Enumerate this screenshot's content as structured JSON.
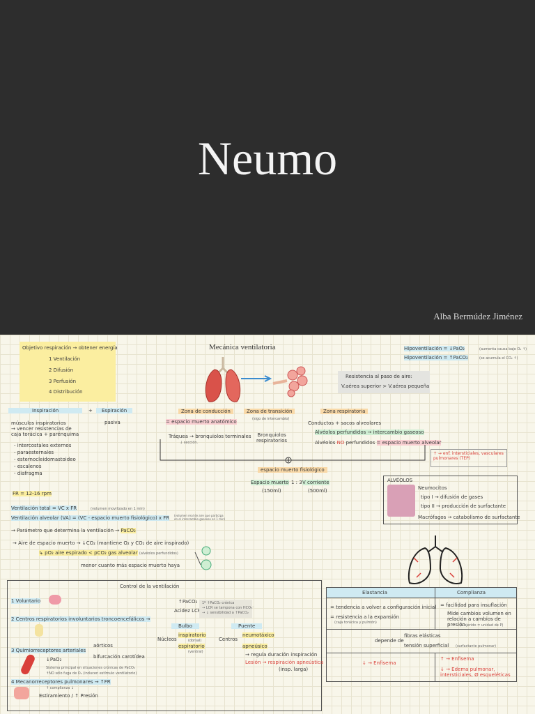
{
  "cover": {
    "title": "Neumo",
    "author": "Alba Bermúdez Jiménez"
  },
  "objetivo": {
    "heading": "Objetivo respiración → obtener energía",
    "items": [
      "1 Ventilación",
      "2 Difusión",
      "3 Perfusión",
      "4 Distribución"
    ]
  },
  "mecanica": {
    "title": "Mecánica ventilatoria"
  },
  "hipo": {
    "line1": "Hipoventilación = ↓PaO₂",
    "line1_note": "(aumenta causa bajo O₂ ↑)",
    "line2": "Hipoventilación = ↑PaCO₂",
    "line2_note": "(se acumula el CO₂ ↑)"
  },
  "resistencia": {
    "line1": "Resistencia al paso de aire:",
    "line2": "V.aérea superior > V.aérea pequeña"
  },
  "insp": {
    "inspiracion": "Inspiración",
    "plus": "+",
    "espiracion": "Espiración",
    "musculos": "músculos inspiratorios",
    "vencer": "→ vencer resistencias de",
    "caja": "caja torácica + parénquima",
    "pasiva": "pasiva",
    "list": [
      "- intercostales externos",
      "- paraesternales",
      "- esternocleidomastoideo",
      "- escalenos",
      "- diafragma"
    ]
  },
  "fr": "FR = 12-16 rpm",
  "zonas": {
    "conduccion": "Zona de conducción",
    "transicion": "Zona de transición",
    "transicion_note": "(sigo de intercambio)",
    "respiratoria": "Zona respiratoria",
    "espacio_anat": "= espacio muerto anatómico",
    "traquea": "Tráquea → bronquiolos terminales",
    "traquea_note": "↓ sección.",
    "bronquiolos": "Bronquiolos respiratorios",
    "conductos": "Conductos + sacos alveolares",
    "alv_perf": "Alvéolos perfundidos → intercambio gaseoso",
    "alv_no_a": "Alvéolos",
    "alv_no_b": "NO",
    "alv_no_c": "perfundidos",
    "alv_no_d": "= espacio muerto alveolar",
    "tep": "↑ → enf. intersticiales, vasculares pulmonares (TEP)",
    "fisio": "espacio muerto fisiológico",
    "esp_muerto": "Espacio muerto",
    "ratio": "1 : 3",
    "vcorriente": "V corriente",
    "ml150": "(150ml)",
    "ml500": "(500ml)"
  },
  "vent": {
    "total": "Ventilación total = VC x FR",
    "total_note": "(volumen movilizado en 1 min)",
    "alveolar": "Ventilación alveolar (VA) = (VC - espacio muerto fisiológico) x FR",
    "alveolar_note": "(volumen real de aire que participa en el intercambio gaseoso en 1 min)",
    "param": "→ Parámetro que determina la ventilación →",
    "param_val": "PaCO₂",
    "aire": "→ Aire de espacio muerto → ↓CO₂ (mantiene O₂ y CO₂ de aire inspirado)",
    "po2": "↳ pO₂ aire espirado < pCO₂ gas alveolar",
    "po2_note": "(alvéolos perfundidos)",
    "menor": "menor cuanto más espacio muerto haya"
  },
  "alveolos": {
    "title": "ALVÉOLOS",
    "neumo": "Neumocitos",
    "tipo1": "tipo I → difusión de gases",
    "tipo2": "tipo II → producción de surfactante",
    "macro": "Macrófagos → catabolismo de surfactante"
  },
  "control": {
    "title": "Control de la ventilación",
    "i1": "1 Voluntario",
    "i2": "2 Centros respiratorios involuntarios troncoencefálicos →",
    "i3": "3 Quimiorreceptores arteriales",
    "aorticos": "aórticos",
    "bifurcacion": "bifurcación carotídea",
    "po2": "↓PaO₂",
    "sistema": "Sistema principal en situaciones crónicas de PaCO₂",
    "sistema2": "↑NO sólo fuga de O₂ (inducen estímulo ventilatorio)",
    "i4": "4 Mecanorreceptores pulmonares → ↑FR",
    "i4b": "Estiramiento / ↑ Presión",
    "i4c": "↑ complianza ↓",
    "paco2": "↑PaCO₂",
    "acidez": "Acidez LCR",
    "bulbo": "Bulbo",
    "puente": "Puente",
    "nucleos": "Núcleos",
    "centros": "Centros",
    "insp": "inspiratorio",
    "insp_n": "(dorsal)",
    "esp": "espiratorio",
    "esp_n": "(ventral)",
    "neumo": "neumotáxico",
    "apneu": "apneúsico",
    "regula": "→ regula duración inspiración",
    "lesion": "Lesión → respiración apneústica",
    "lesion2": "(insp. larga)",
    "note1": "1º ↑PaCO₂ crónica",
    "note2": "→ LCR se tampona con HCO₃⁻",
    "note3": "→ ↓ sensibilidad a ↑PaCO₂"
  },
  "tabla": {
    "elast": "Elastancia",
    "compl": "Complianza",
    "e1": "= tendencia a volver a configuración inicial",
    "e2": "= resistencia a la expansión",
    "e2n": "(caja torácica y pulmón)",
    "c1": "= facilidad para insuflación",
    "c2": "Mide cambios volumen en relación a cambios de presión",
    "c2n": "(V.ejerido = unidad de P)",
    "depende": "depende de",
    "fibras": "fibras elásticas",
    "tension": "tensión superficial",
    "tension_n": "(surfactante pulmonar)",
    "ee": "↓ → Enfisema",
    "ce": "↑ → Enfisema",
    "cf": "↓ → Edema pulmonar, intersticiales, Ø esqueléticas"
  }
}
